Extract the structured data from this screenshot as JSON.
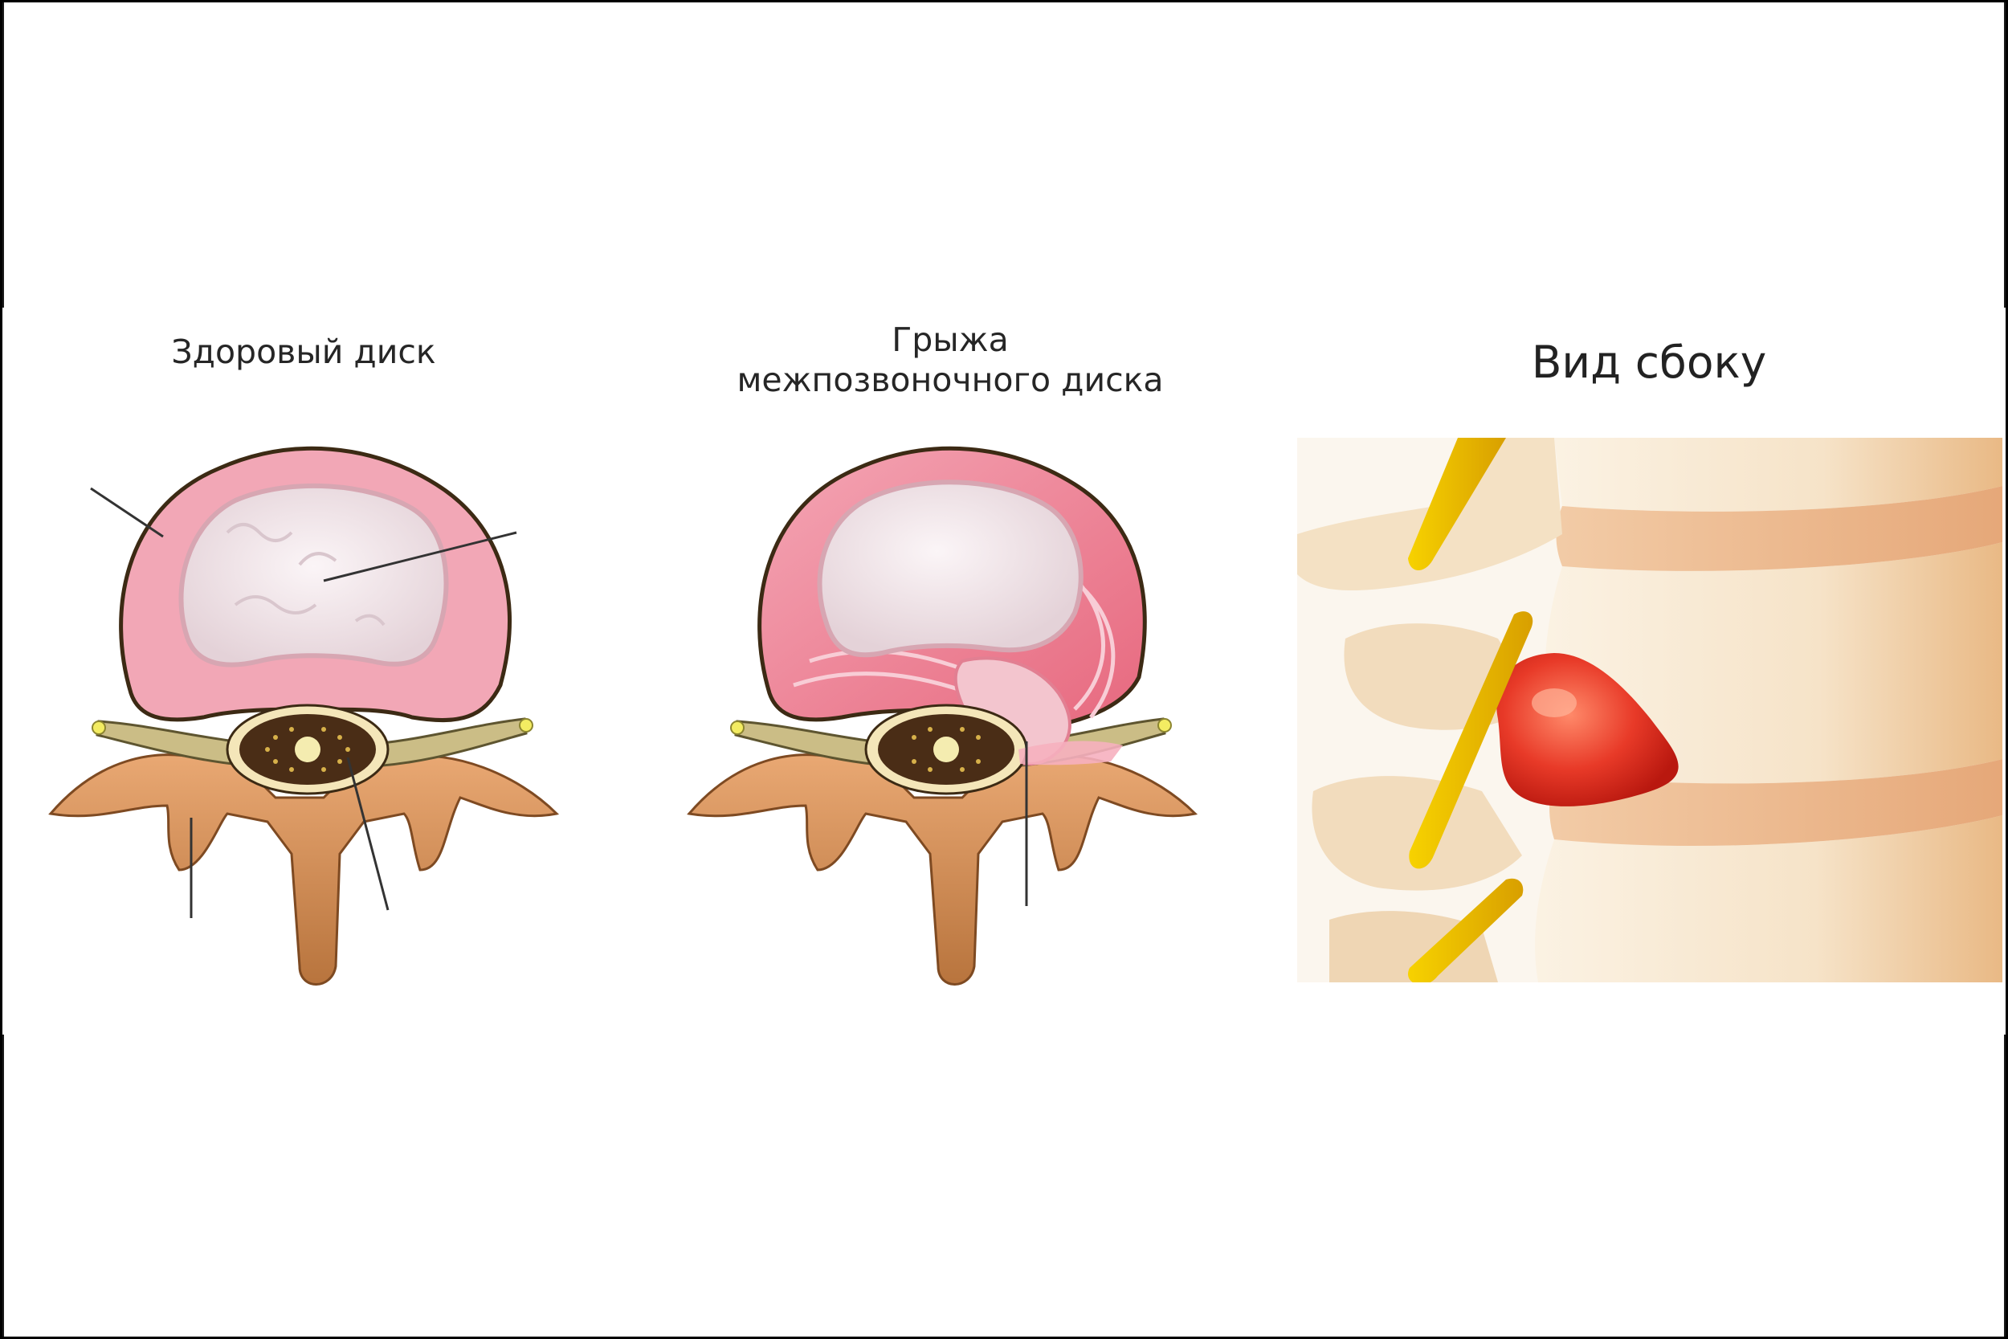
{
  "labels": {
    "healthy_disc": "Здоровый диск",
    "herniation_line1": "Грыжа",
    "herniation_line2": "межпозвоночного диска",
    "side_view": "Вид сбоку"
  },
  "colors": {
    "annulus_pink": "#f2a7b6",
    "nucleus_white": "#f1e6ea",
    "bone_tan": "#d9955f",
    "bone_dark": "#a9662f",
    "nerve_olive": "#c8bb86",
    "herniation_red": "#e6352a",
    "nerve_yellow": "#f2c200",
    "vertebra_cream": "#f6e6cf"
  }
}
